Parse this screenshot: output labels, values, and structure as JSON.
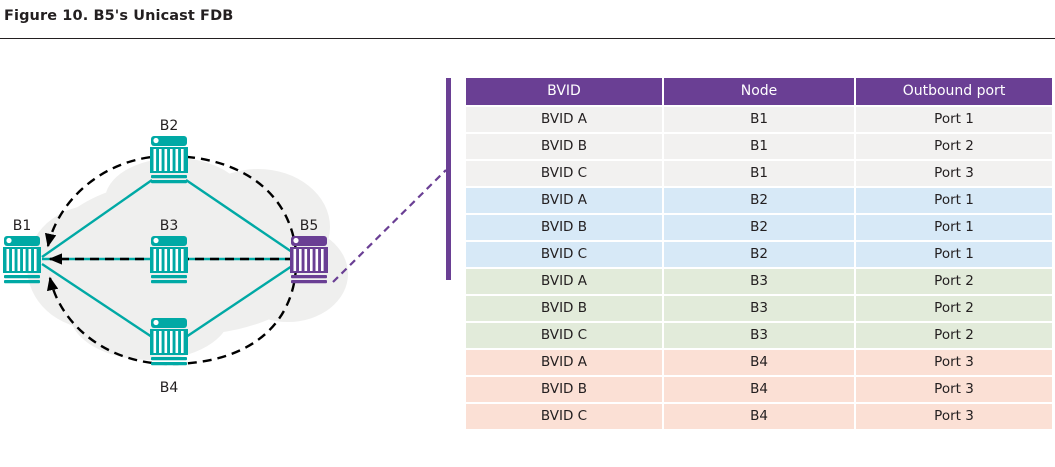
{
  "figure": {
    "caption": "Figure 10. B5's Unicast FDB"
  },
  "diagram": {
    "nodes": [
      {
        "id": "B1",
        "label": "B1",
        "color": "#00a9a5",
        "role": "bridge"
      },
      {
        "id": "B2",
        "label": "B2",
        "color": "#00a9a5",
        "role": "bridge"
      },
      {
        "id": "B3",
        "label": "B3",
        "color": "#00a9a5",
        "role": "bridge"
      },
      {
        "id": "B4",
        "label": "B4",
        "color": "#00a9a5",
        "role": "bridge"
      },
      {
        "id": "B5",
        "label": "B5",
        "color": "#6a3f94",
        "role": "highlighted-bridge"
      }
    ],
    "links": [
      {
        "from": "B1",
        "to": "B2",
        "style": "solid",
        "color": "#00a9a5"
      },
      {
        "from": "B2",
        "to": "B5",
        "style": "solid",
        "color": "#00a9a5"
      },
      {
        "from": "B1",
        "to": "B3",
        "style": "solid",
        "color": "#00a9a5"
      },
      {
        "from": "B3",
        "to": "B5",
        "style": "solid",
        "color": "#00a9a5"
      },
      {
        "from": "B1",
        "to": "B4",
        "style": "solid",
        "color": "#00a9a5"
      },
      {
        "from": "B4",
        "to": "B5",
        "style": "solid",
        "color": "#00a9a5"
      }
    ],
    "paths": [
      {
        "name": "path-via-b2",
        "from": "B5",
        "to": "B1",
        "style": "dashed-arrow",
        "color": "#000000"
      },
      {
        "name": "path-direct-b3",
        "from": "B5",
        "to": "B1",
        "style": "dashed-arrow",
        "color": "#000000"
      },
      {
        "name": "path-via-b4",
        "from": "B5",
        "to": "B1",
        "style": "dashed-arrow",
        "color": "#000000"
      }
    ],
    "cloud_color": "#efefee",
    "leader_line_color": "#6a3f94"
  },
  "table": {
    "accent_color": "#6a3f94",
    "columns": [
      "BVID",
      "Node",
      "Outbound port"
    ],
    "rows": [
      {
        "bvid": "BVID A",
        "node": "B1",
        "port": "Port 1",
        "group": 0
      },
      {
        "bvid": "BVID B",
        "node": "B1",
        "port": "Port 2",
        "group": 0
      },
      {
        "bvid": "BVID C",
        "node": "B1",
        "port": "Port 3",
        "group": 0
      },
      {
        "bvid": "BVID A",
        "node": "B2",
        "port": "Port 1",
        "group": 1
      },
      {
        "bvid": "BVID B",
        "node": "B2",
        "port": "Port 1",
        "group": 1
      },
      {
        "bvid": "BVID C",
        "node": "B2",
        "port": "Port 1",
        "group": 1
      },
      {
        "bvid": "BVID A",
        "node": "B3",
        "port": "Port 2",
        "group": 2
      },
      {
        "bvid": "BVID B",
        "node": "B3",
        "port": "Port 2",
        "group": 2
      },
      {
        "bvid": "BVID C",
        "node": "B3",
        "port": "Port 2",
        "group": 2
      },
      {
        "bvid": "BVID A",
        "node": "B4",
        "port": "Port 3",
        "group": 3
      },
      {
        "bvid": "BVID B",
        "node": "B4",
        "port": "Port 3",
        "group": 3
      },
      {
        "bvid": "BVID C",
        "node": "B4",
        "port": "Port 3",
        "group": 3
      }
    ]
  }
}
